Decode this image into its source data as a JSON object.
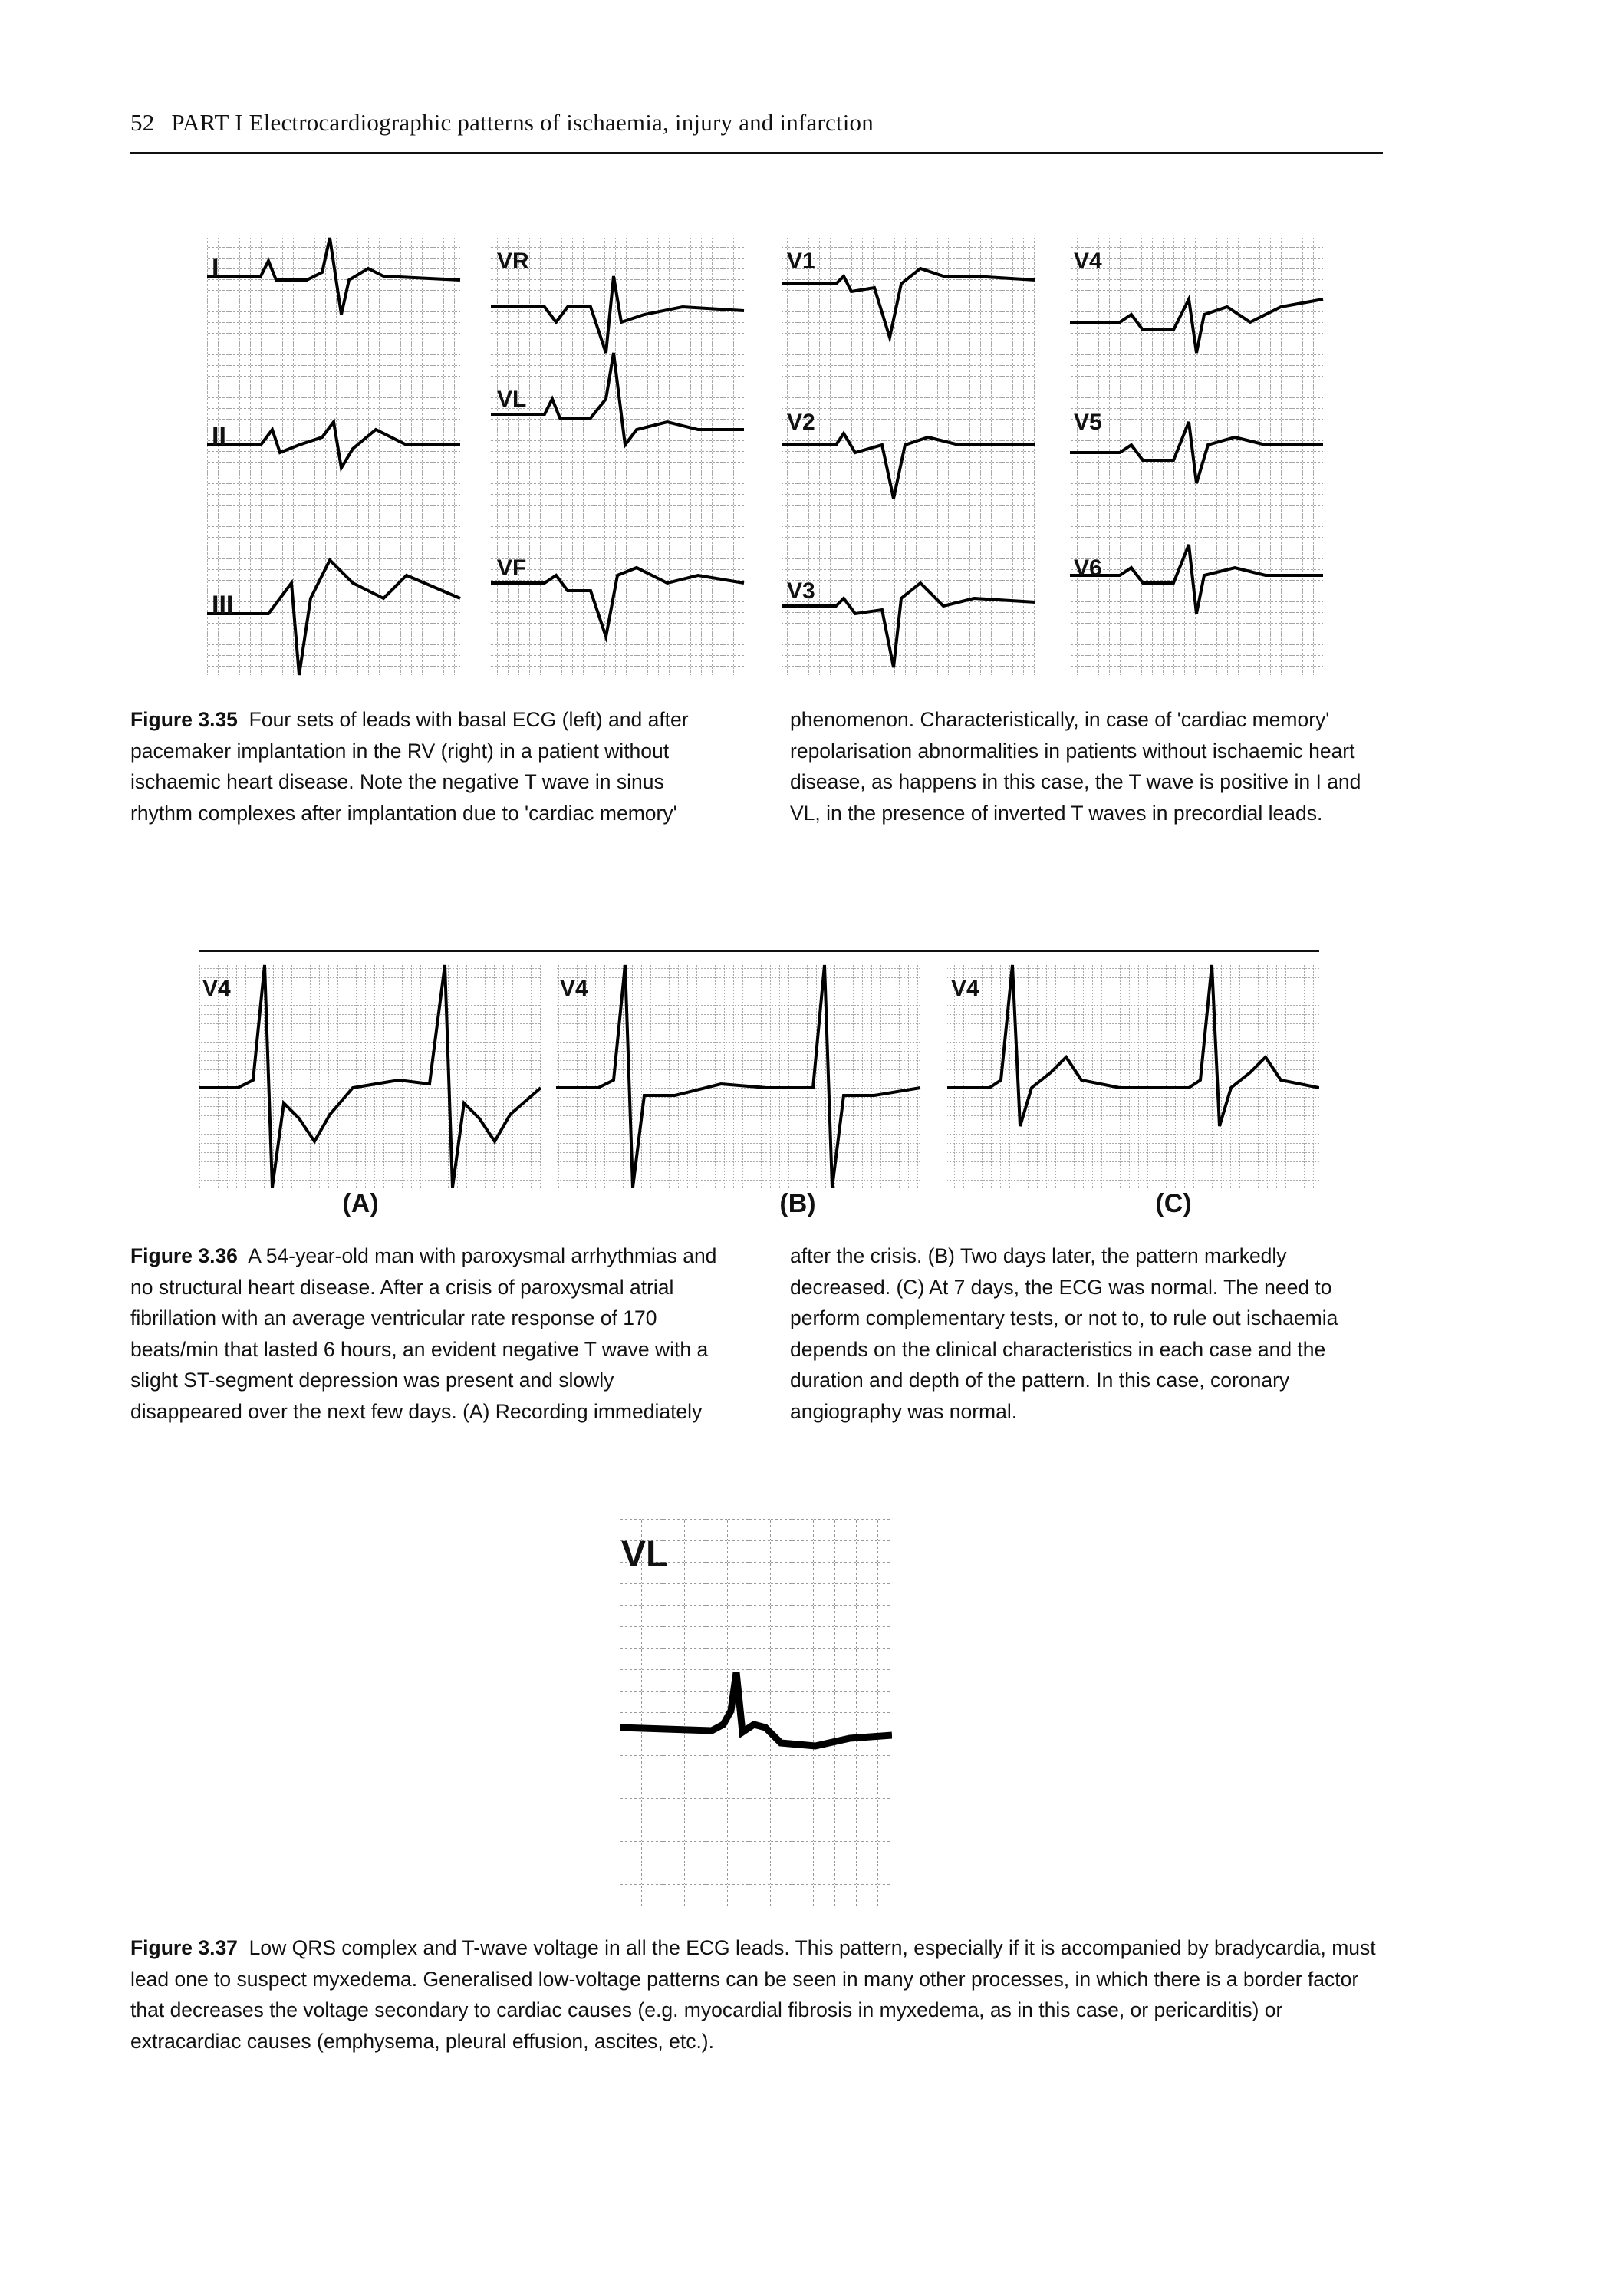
{
  "header": {
    "page_number": "52",
    "running_title": "PART I  Electrocardiographic patterns of ischaemia, injury and infarction"
  },
  "fig335": {
    "lead_labels": [
      "I",
      "II",
      "III",
      "VR",
      "VL",
      "VF",
      "V1",
      "V2",
      "V3",
      "V4",
      "V5",
      "V6"
    ],
    "caption_label": "Figure 3.35",
    "caption_text": "Four sets of leads with basal ECG (left) and after pacemaker implantation in the RV (right) in a patient without ischaemic heart disease. Note the negative T wave in sinus rhythm complexes after implantation due to 'cardiac memory' phenomenon. Characteristically, in case of 'cardiac memory' repolarisation abnormalities in patients without ischaemic heart disease, as happens in this case, the T wave is positive in I and VL, in the presence of inverted T waves in precordial leads."
  },
  "fig336": {
    "lead_labels": [
      "V4",
      "V4",
      "V4"
    ],
    "panel_labels": [
      "(A)",
      "(B)",
      "(C)"
    ],
    "caption_label": "Figure 3.36",
    "caption_text": "A 54-year-old man with paroxysmal arrhythmias and no structural heart disease. After a crisis of paroxysmal atrial fibrillation with an average ventricular rate response of 170 beats/min that lasted 6 hours, an evident negative T wave with a slight ST-segment depression was present and slowly disappeared over the next few days. (A) Recording immediately after the crisis. (B) Two days later, the pattern markedly decreased. (C) At 7 days, the ECG was normal. The need to perform complementary tests, or not to, to rule out ischaemia depends on the clinical characteristics in each case and the duration and depth of the pattern. In this case, coronary angiography was normal."
  },
  "fig337": {
    "lead_label": "VL",
    "caption_label": "Figure 3.37",
    "caption_text": "Low QRS complex and T-wave voltage in all the ECG leads. This pattern, especially if it is accompanied by bradycardia, must lead one to suspect myxedema. Generalised low-voltage patterns can be seen in many other processes, in which there is a border factor that decreases the voltage secondary to cardiac causes (e.g. myocardial fibrosis in myxedema, as in this case, or pericarditis) or extracardiac causes (emphysema, pleural effusion, ascites, etc.)."
  }
}
